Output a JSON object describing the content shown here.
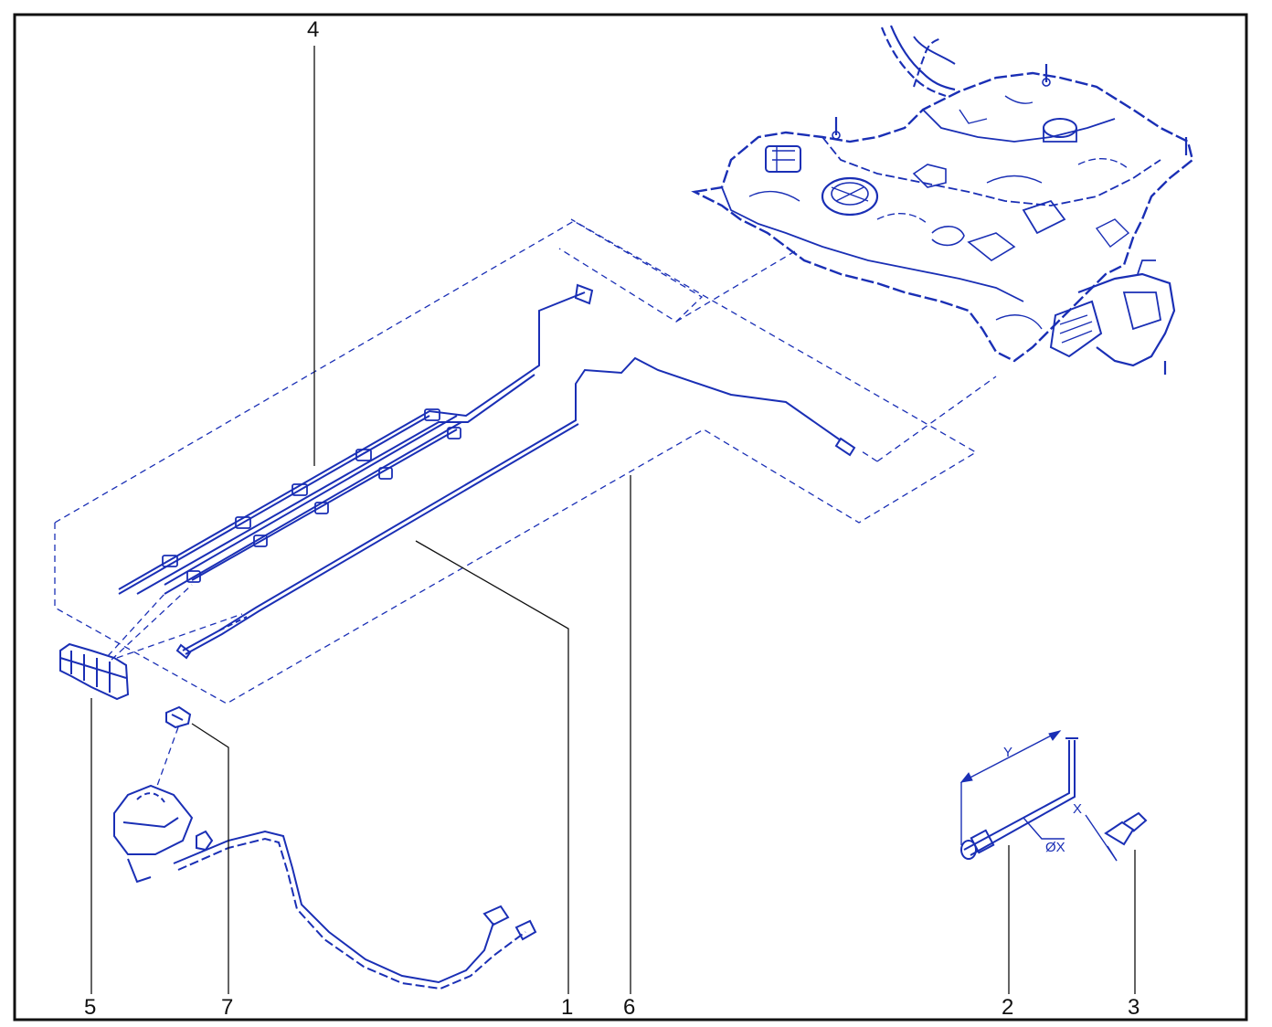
{
  "colors": {
    "line_art": "#1a2fb5",
    "callout": "#111111",
    "frame": "#111111"
  },
  "callouts": [
    {
      "id": "c4",
      "label": "4"
    },
    {
      "id": "c5",
      "label": "5"
    },
    {
      "id": "c7",
      "label": "7"
    },
    {
      "id": "c1",
      "label": "1"
    },
    {
      "id": "c6",
      "label": "6"
    },
    {
      "id": "c2",
      "label": "2"
    },
    {
      "id": "c3",
      "label": "3"
    }
  ],
  "dimensions": {
    "y_label": "Y",
    "x_label": "X",
    "dia_label": "ØX"
  }
}
